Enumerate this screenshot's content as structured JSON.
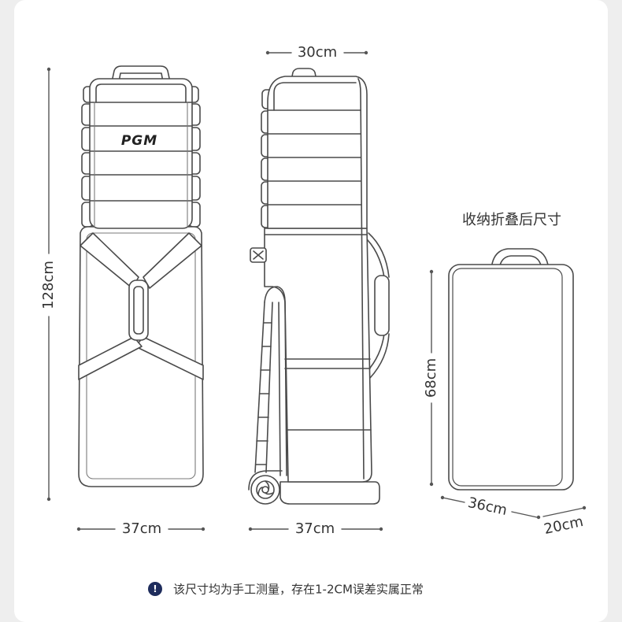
{
  "dimensions": {
    "top_width": "30cm",
    "total_height": "128cm",
    "front_width": "37cm",
    "side_width": "37cm",
    "folded_height": "68cm",
    "folded_width": "36cm",
    "folded_depth": "20cm"
  },
  "folded_title": "收纳折叠后尺寸",
  "logo_text": "PGM",
  "note": {
    "icon": "info-icon",
    "icon_glyph": "!",
    "text": "该尺寸均为手工测量，存在1-2CM误差实属正常"
  },
  "colors": {
    "line": "#4a4a4a",
    "text": "#333333",
    "note_icon": "#1e2c5c",
    "background": "#ffffff"
  }
}
